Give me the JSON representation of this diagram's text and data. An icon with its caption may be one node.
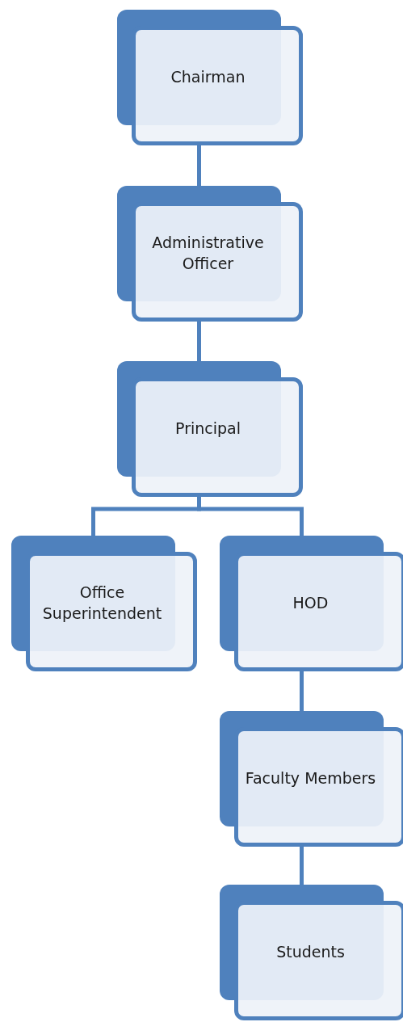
{
  "diagram": {
    "nodes": [
      {
        "text": [
          "Chairman"
        ]
      },
      {
        "text": [
          "Administrative Officer"
        ]
      },
      {
        "text": [
          "Principal"
        ]
      },
      {
        "text": [
          "Office Superintendent"
        ]
      },
      {
        "text": [
          "HOD"
        ]
      },
      {
        "text": [
          "Faculty Members"
        ]
      },
      {
        "text": [
          "Students"
        ]
      }
    ],
    "edges": [
      {
        "from": 0,
        "to": 1,
        "arrow": "none"
      },
      {
        "from": 1,
        "to": 2,
        "arrow": "none"
      },
      {
        "from": 2,
        "to": 3,
        "arrow": "none"
      },
      {
        "from": 2,
        "to": 4,
        "arrow": "none"
      },
      {
        "from": 4,
        "to": 5,
        "arrow": "none"
      },
      {
        "from": 5,
        "to": 6,
        "arrow": "none"
      }
    ]
  }
}
